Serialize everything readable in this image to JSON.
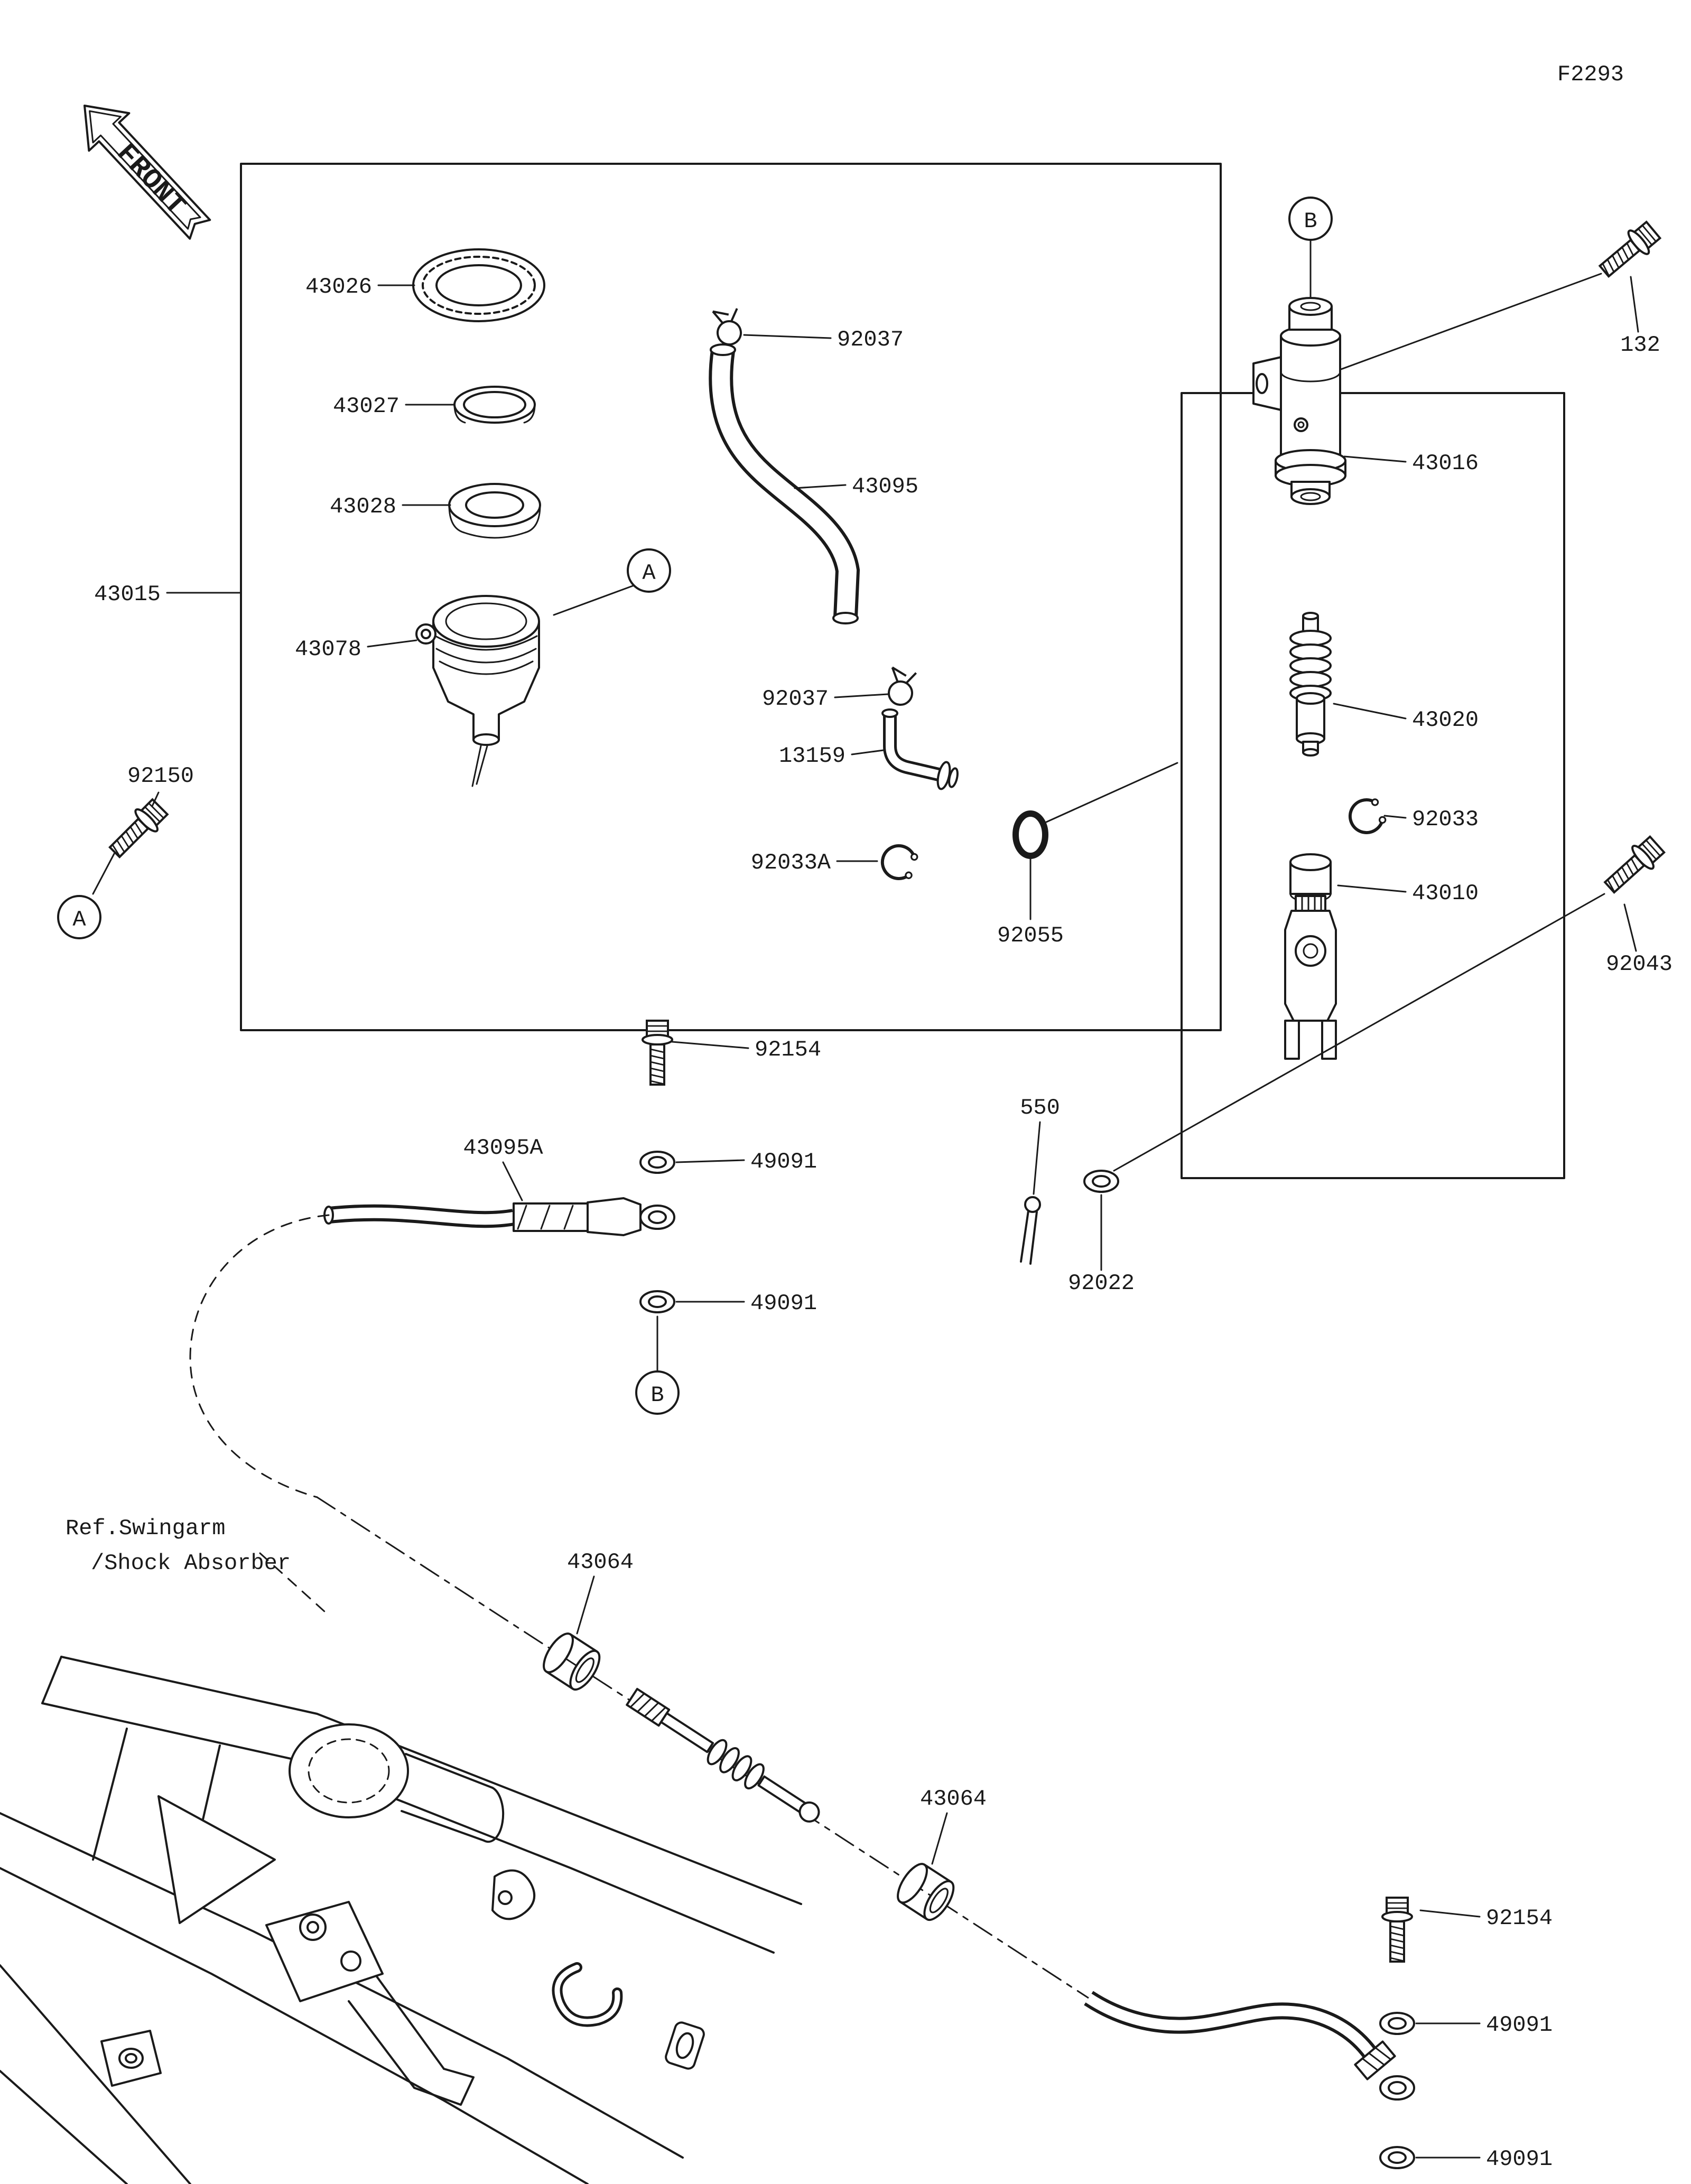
{
  "figure": {
    "code": "F2293",
    "front_label": "FRONT",
    "ref_line1": "Ref.Swingarm",
    "ref_line2": "/Shock Absorber"
  },
  "connectors": {
    "a": "A",
    "b": "B"
  },
  "parts": {
    "43015": "43015",
    "43026": "43026",
    "43027": "43027",
    "43028": "43028",
    "43078": "43078",
    "92150": "92150",
    "92037": "92037",
    "43095": "43095",
    "13159": "13159",
    "92033A": "92033A",
    "92055": "92055",
    "132": "132",
    "43016": "43016",
    "43020": "43020",
    "92033": "92033",
    "43010": "43010",
    "92043": "92043",
    "92154": "92154",
    "49091": "49091",
    "43095A": "43095A",
    "550": "550",
    "92022": "92022",
    "43064": "43064"
  }
}
